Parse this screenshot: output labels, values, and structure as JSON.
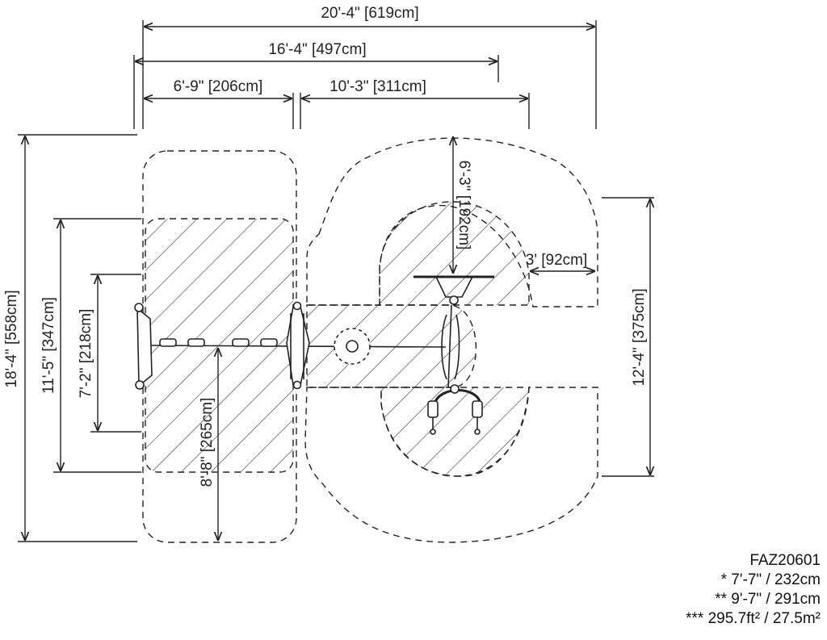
{
  "product": {
    "code": "FAZ20601",
    "note_1": "* 7'-7\" / 232cm",
    "note_2": "** 9'-7\" / 291cm",
    "note_3": "*** 295.7ft² / 27.5m²"
  },
  "dimensions": {
    "total_width": "20'-4\" [619cm]",
    "partial_width": "16'-4\" [497cm]",
    "left_width": "6'-9\" [206cm]",
    "right_width": "10'-3\" [311cm]",
    "total_height": "18'-4\" [558cm]",
    "left_zone_height": "11'-5\" [347cm]",
    "bench_height": "7'-2\" [218cm]",
    "center_to_bottom": "8'-8\" [265cm]",
    "top_clearance": "6'-3\" [192cm]",
    "side_clearance": "3' [92cm]",
    "right_height": "12'-4\" [375cm]"
  },
  "colors": {
    "line": "#222222",
    "hatch": "#333333",
    "background": "#ffffff"
  }
}
